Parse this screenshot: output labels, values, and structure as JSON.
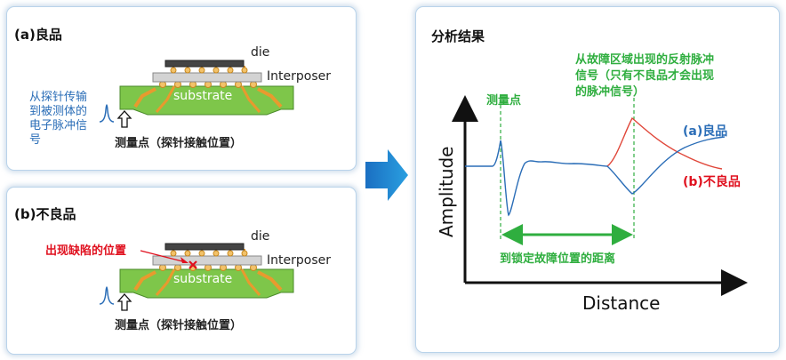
{
  "panel_a": {
    "title": "(a)良品",
    "die_label": "die",
    "interposer_label": "Interposer",
    "substrate_label": "substrate",
    "pulse_desc_lines": [
      "从探针传输",
      "到被测体的",
      "电子脉冲信",
      "号"
    ],
    "measure_point": "测量点（探针接触位置）"
  },
  "panel_b": {
    "title": "(b)不良品",
    "defect_label": "出现缺陷的位置",
    "die_label": "die",
    "interposer_label": "Interposer",
    "substrate_label": "substrate",
    "measure_point": "测量点（探针接触位置）"
  },
  "panel_r": {
    "title": "分析结果",
    "reflect_lines": [
      "从故障区域出现的反射脉冲",
      "信号（只有不良品才会出现",
      "的脉冲信号）"
    ],
    "measure_label": "测量点",
    "good_label": "(a)良品",
    "bad_label": "(b)不良品",
    "distance_desc": "到锁定故障位置的距离",
    "x_axis": "Distance",
    "y_axis": "Amplitude"
  },
  "colors": {
    "panel_border": "#b9d3ea",
    "good_curve": "#2a6db7",
    "bad_curve": "#e0473a",
    "green": "#2fae3f",
    "substrate": "#7ec64a",
    "copper": "#e89a2e",
    "arrow": "#1e7fcf"
  }
}
